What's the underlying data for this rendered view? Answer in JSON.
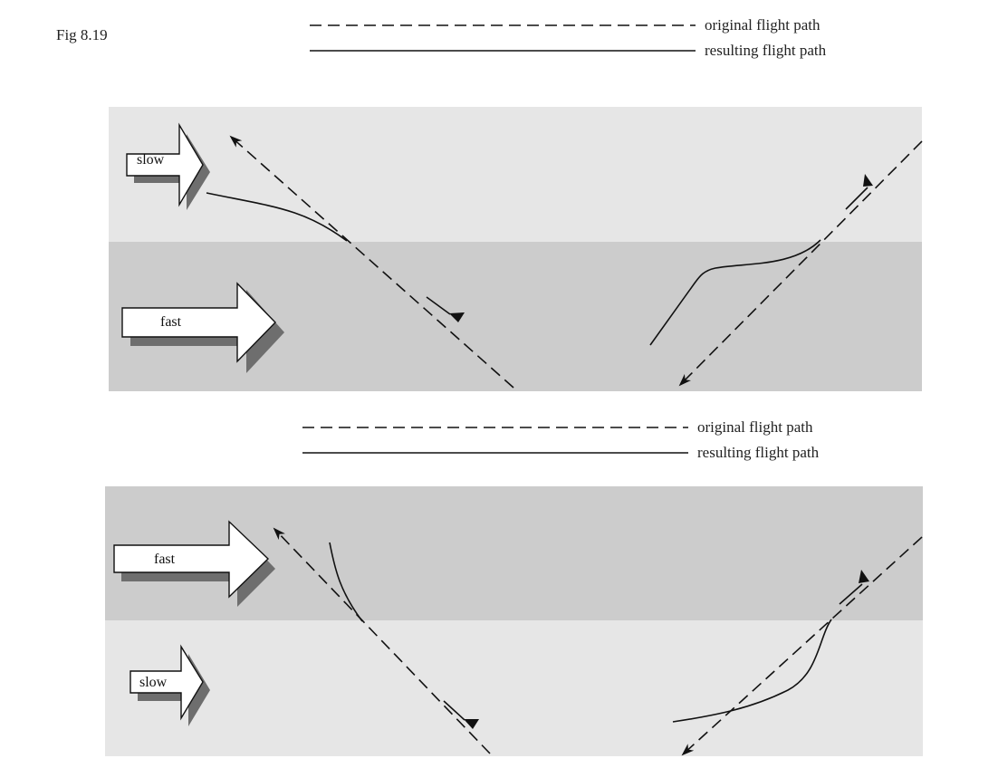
{
  "figure": {
    "label": "Fig 8.19"
  },
  "legend_top": {
    "dashed_label": "original flight path",
    "solid_label": "resulting flight path"
  },
  "legend_bottom": {
    "dashed_label": "original flight path",
    "solid_label": "resulting flight path"
  },
  "panel_top": {
    "upper_layer_label": "slow",
    "lower_layer_label": "fast"
  },
  "panel_bottom": {
    "upper_layer_label": "fast",
    "lower_layer_label": "slow"
  },
  "colors": {
    "slow_layer": "#e6e6e6",
    "fast_layer": "#cccccc",
    "lines": "#111111",
    "arrow_shadow": "#6e6e6e"
  }
}
